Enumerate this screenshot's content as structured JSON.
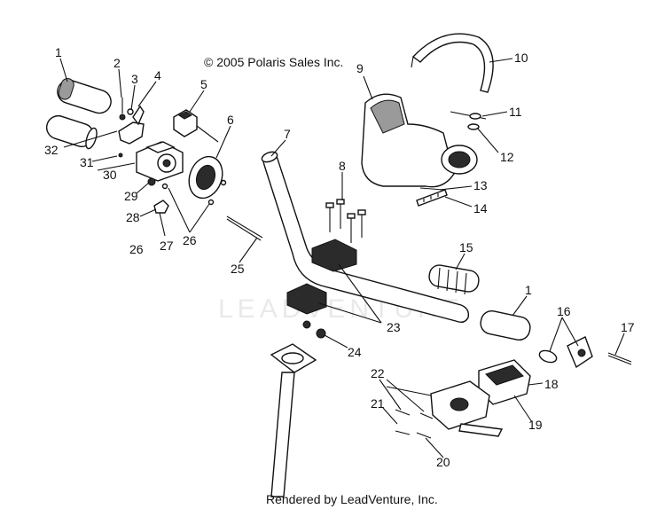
{
  "copyright": "© 2005 Polaris Sales Inc.",
  "watermark": "LEADVENTURE",
  "footer": "Rendered by LeadVenture, Inc.",
  "callouts": [
    "1",
    "2",
    "3",
    "4",
    "5",
    "6",
    "7",
    "8",
    "9",
    "10",
    "11",
    "12",
    "13",
    "14",
    "15",
    "1",
    "16",
    "17",
    "18",
    "19",
    "20",
    "21",
    "22",
    "23",
    "24",
    "25",
    "26",
    "26",
    "27",
    "28",
    "29",
    "30",
    "31",
    "32"
  ]
}
